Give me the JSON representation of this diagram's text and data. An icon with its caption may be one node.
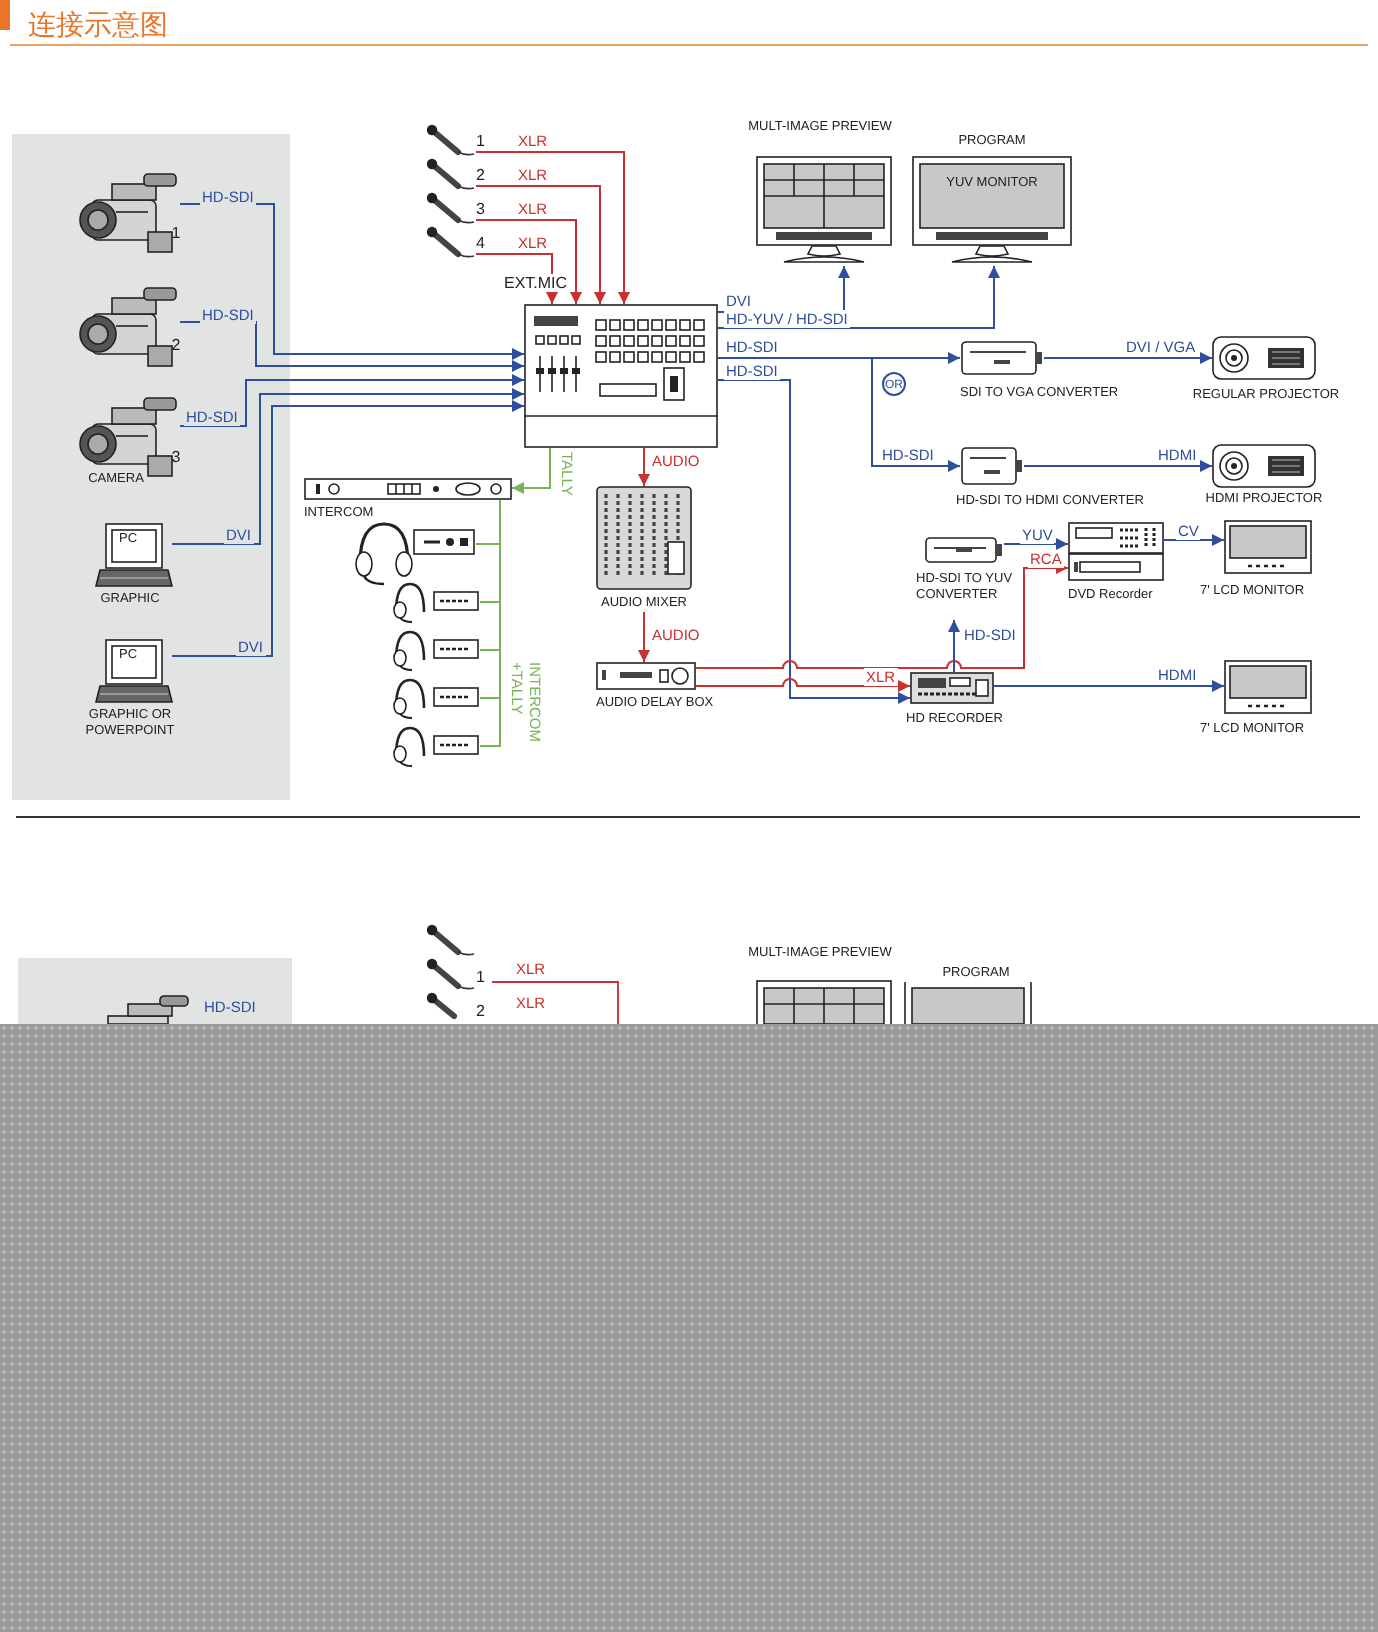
{
  "diagram": {
    "title": "连接示意图",
    "nodes": [
      {
        "text": [
          "1"
        ]
      },
      {
        "text": [
          "2"
        ]
      },
      {
        "text": [
          "3",
          "CAMERA"
        ]
      },
      {
        "text": [
          "PC",
          "GRAPHIC"
        ]
      },
      {
        "text": [
          "PC",
          "GRAPHIC OR POWERPOINT"
        ]
      },
      {
        "text": [
          "1"
        ]
      },
      {
        "text": [
          "2"
        ]
      },
      {
        "text": [
          "3"
        ]
      },
      {
        "text": [
          "4"
        ]
      },
      {
        "text": [],
        "shape": "picture"
      },
      {
        "text": [
          "MULT-IMAGE PREVIEW"
        ]
      },
      {
        "text": [
          "PROGRAM",
          "YUV MONITOR"
        ]
      },
      {
        "text": [
          "SDI TO VGA CONVERTER"
        ]
      },
      {
        "text": [
          "REGULAR PROJECTOR"
        ]
      },
      {
        "text": [
          "HD-SDI TO HDMI CONVERTER"
        ]
      },
      {
        "text": [
          "HDMI PROJECTOR"
        ]
      },
      {
        "text": [
          "INTERCOM"
        ]
      },
      {
        "text": [],
        "shape": "picture"
      },
      {
        "text": [],
        "shape": "picture"
      },
      {
        "text": [],
        "shape": "picture"
      },
      {
        "text": [],
        "shape": "picture"
      },
      {
        "text": [],
        "shape": "picture"
      },
      {
        "text": [
          "AUDIO MIXER"
        ]
      },
      {
        "text": [
          "AUDIO DELAY BOX"
        ]
      },
      {
        "text": [
          "HD-SDI TO YUV CONVERTER"
        ]
      },
      {
        "text": [
          "DVD Recorder"
        ]
      },
      {
        "text": [
          "7' LCD MONITOR"
        ]
      },
      {
        "text": [
          "HD RECORDER"
        ]
      },
      {
        "text": [
          "7' LCD MONITOR"
        ]
      }
    ],
    "edges": [
      {
        "from": 0,
        "to": 9,
        "arrow": "to",
        "label": "HD-SDI"
      },
      {
        "from": 1,
        "to": 9,
        "arrow": "to",
        "label": "HD-SDI"
      },
      {
        "from": 2,
        "to": 9,
        "arrow": "to",
        "label": "HD-SDI"
      },
      {
        "from": 3,
        "to": 9,
        "arrow": "to",
        "label": "DVI"
      },
      {
        "from": 4,
        "to": 9,
        "arrow": "to",
        "label": "DVI"
      },
      {
        "from": 5,
        "to": 9,
        "arrow": "to",
        "label": "XLR",
        "color": "#c8312f"
      },
      {
        "from": 6,
        "to": 9,
        "arrow": "to",
        "label": "XLR",
        "color": "#c8312f"
      },
      {
        "from": 7,
        "to": 9,
        "arrow": "to",
        "label": "XLR",
        "color": "#c8312f"
      },
      {
        "from": 8,
        "to": 9,
        "arrow": "to",
        "label": "XLR",
        "color": "#c8312f"
      },
      {
        "from": 9,
        "to": 10,
        "arrow": "to",
        "label": "DVI"
      },
      {
        "from": 9,
        "to": 11,
        "arrow": "to",
        "label": "HD-YUV / HD-SDI"
      },
      {
        "from": 9,
        "to": 12,
        "arrow": "to",
        "label": "HD-SDI"
      },
      {
        "from": 9,
        "to": 14,
        "arrow": "to",
        "label": "HD-SDI"
      },
      {
        "from": 12,
        "to": 13,
        "arrow": "to",
        "label": "DVI / VGA"
      },
      {
        "from": 14,
        "to": 15,
        "arrow": "to",
        "label": "HDMI"
      },
      {
        "from": 9,
        "to": 27,
        "arrow": "to",
        "label": "HD-SDI"
      },
      {
        "from": 9,
        "to": 16,
        "arrow": "to",
        "label": "TALLY",
        "color": "#78b35a"
      },
      {
        "from": 16,
        "to": 17,
        "arrow": "none",
        "color": "#78b35a"
      },
      {
        "from": 16,
        "to": 18,
        "arrow": "none",
        "color": "#78b35a"
      },
      {
        "from": 16,
        "to": 19,
        "arrow": "none",
        "color": "#78b35a"
      },
      {
        "from": 16,
        "to": 20,
        "arrow": "none",
        "color": "#78b35a"
      },
      {
        "from": 16,
        "to": 21,
        "arrow": "none",
        "label": "INTERCOM +TALLY",
        "color": "#78b35a"
      },
      {
        "from": 9,
        "to": 22,
        "arrow": "to",
        "label": "AUDIO",
        "color": "#c8312f"
      },
      {
        "from": 22,
        "to": 23,
        "arrow": "to",
        "label": "AUDIO",
        "color": "#c8312f"
      },
      {
        "from": 23,
        "to": 25,
        "arrow": "to",
        "label": "RCA",
        "color": "#c8312f"
      },
      {
        "from": 23,
        "to": 27,
        "arrow": "to",
        "label": "XLR",
        "color": "#c8312f"
      },
      {
        "from": 27,
        "to": 24,
        "arrow": "to",
        "label": "HD-SDI"
      },
      {
        "from": 24,
        "to": 25,
        "arrow": "to",
        "label": "YUV"
      },
      {
        "from": 25,
        "to": 26,
        "arrow": "to",
        "label": "CV"
      },
      {
        "from": 27,
        "to": 28,
        "arrow": "to",
        "label": "HDMI"
      }
    ],
    "labels": [
      "EXT.MIC",
      "OR",
      "MULT-IMAGE PREVIEW",
      "1",
      "XLR",
      "PROGRAM",
      "2",
      "XLR",
      "HD-SDI"
    ]
  }
}
